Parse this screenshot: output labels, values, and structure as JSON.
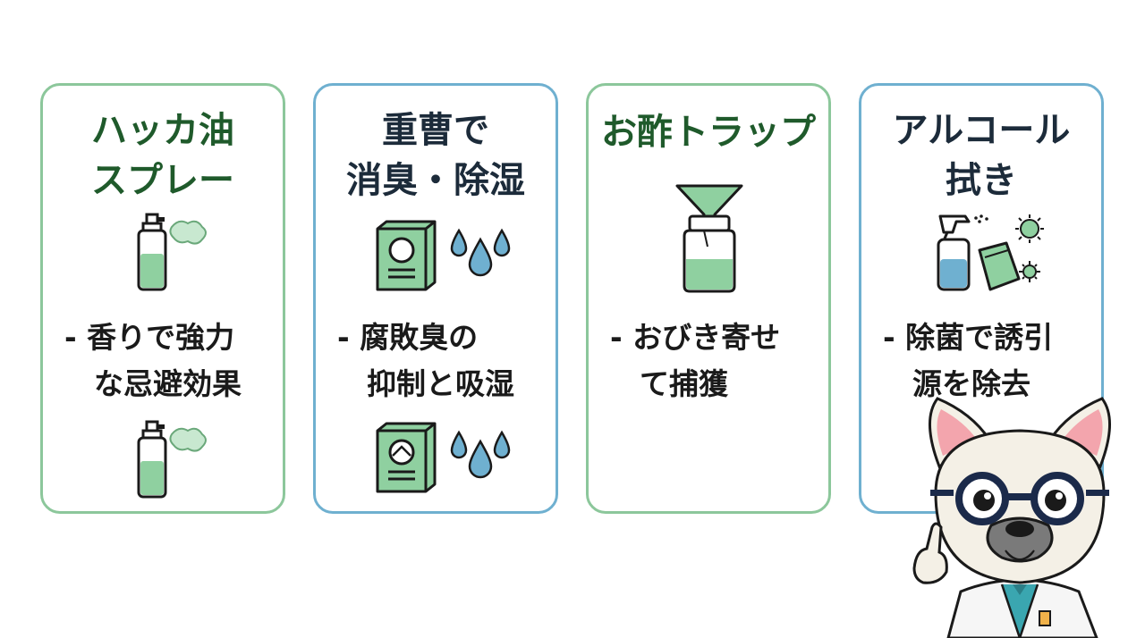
{
  "cards": [
    {
      "title": "ハッカ油\nスプレー",
      "desc": "- 香りで強力\n　な忌避効果",
      "accent": "#8cc79b"
    },
    {
      "title": "重曹で\n消臭・除湿",
      "desc": "- 腐敗臭の\n　抑制と吸湿",
      "accent": "#6fb0d0"
    },
    {
      "title": "お酢トラップ",
      "desc": "- おびき寄せ\n　て捕獲",
      "accent": "#8cc79b"
    },
    {
      "title": "アルコール\n拭き",
      "desc": "- 除菌で誘引\n　源を除去",
      "accent": "#6fb0d0"
    }
  ],
  "icons": {
    "card1": [
      "spray-bottle-icon",
      "spray-bottle-icon"
    ],
    "card2": [
      "baking-soda-box-icon",
      "water-drops-icon",
      "baking-soda-box-icon",
      "water-drops-icon"
    ],
    "card3": [
      "vinegar-jar-trap-icon"
    ],
    "card4": [
      "alcohol-spray-icon",
      "cloth-icon",
      "germ-icon"
    ]
  },
  "colors": {
    "green": "#8cc79b",
    "blue": "#6fb0d0",
    "dark_green": "#1f5a2b"
  }
}
